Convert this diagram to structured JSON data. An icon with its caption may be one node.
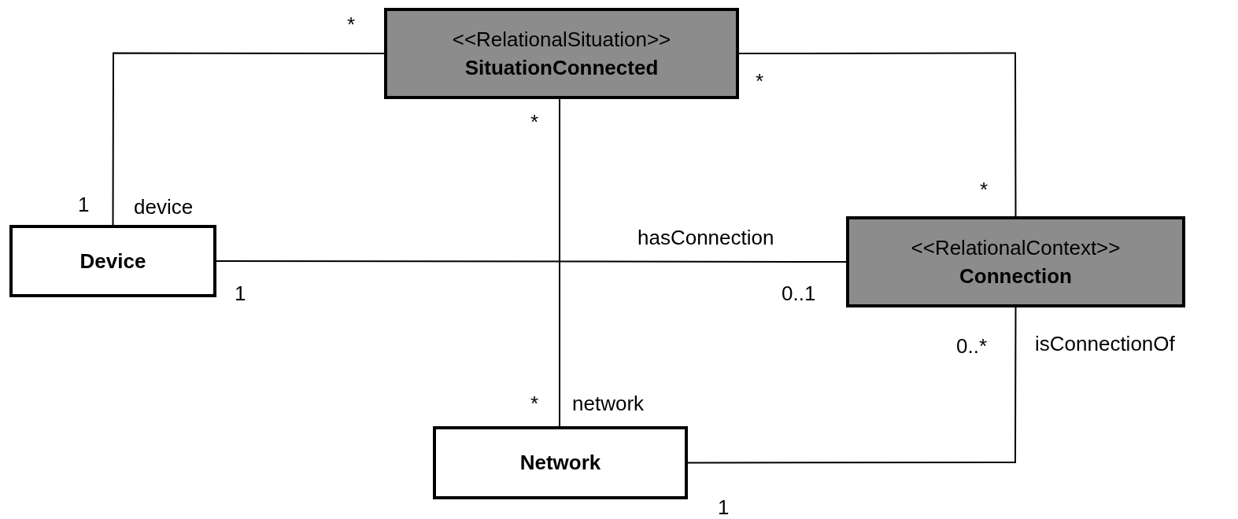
{
  "diagram": {
    "nodes": [
      {
        "text": [
          "<<RelationalSituation>>",
          "SituationConnected"
        ]
      },
      {
        "text": [
          "Device"
        ]
      },
      {
        "text": [
          "<<RelationalContext>>",
          "Connection"
        ]
      },
      {
        "text": [
          "Network"
        ]
      }
    ],
    "edges": [
      {
        "from": 0,
        "to": 1,
        "arrow": "none",
        "label": "device"
      },
      {
        "from": 0,
        "to": 2,
        "arrow": "none"
      },
      {
        "from": 0,
        "to": 3,
        "arrow": "none",
        "label": "network"
      },
      {
        "from": 1,
        "to": 2,
        "arrow": "none",
        "label": "hasConnection"
      },
      {
        "from": 2,
        "to": 3,
        "arrow": "none",
        "label": "isConnectionOf"
      }
    ],
    "labels": [
      "*",
      "*",
      "*",
      "*",
      "1",
      "1",
      "0..1",
      "0..*",
      "*",
      "1"
    ]
  }
}
